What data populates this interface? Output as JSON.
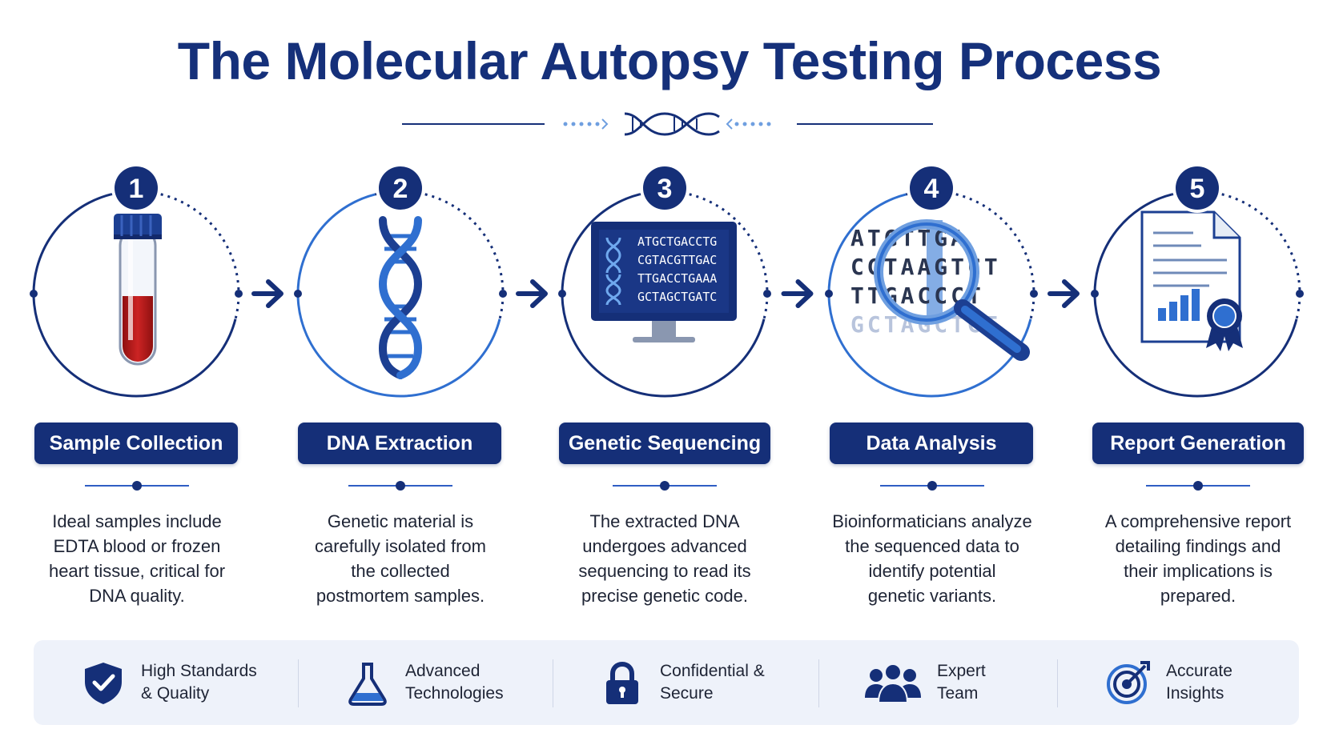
{
  "title": "The Molecular Autopsy Testing Process",
  "colors": {
    "navy": "#152f78",
    "blue": "#2f6fd0",
    "light_blue": "#6f9fe0",
    "blood": "#b81d1d",
    "footer_bg": "#eef2fa"
  },
  "steps": [
    {
      "number": "1",
      "label": "Sample Collection",
      "icon": "test-tube-icon",
      "lines": [
        "Ideal samples include",
        "EDTA blood or frozen",
        "heart tissue, critical for",
        "DNA quality."
      ]
    },
    {
      "number": "2",
      "label": "DNA Extraction",
      "icon": "dna-helix-icon",
      "lines": [
        "Genetic material is",
        "carefully isolated from",
        "the collected",
        "postmortem samples."
      ]
    },
    {
      "number": "3",
      "label": "Genetic Sequencing",
      "icon": "sequencing-monitor-icon",
      "lines": [
        "The extracted DNA",
        "undergoes advanced",
        "sequencing to read its",
        "precise genetic code."
      ],
      "sequence_lines": [
        "ATGCTGACCTG",
        "CGTACGTTGAC",
        "TTGACCTGAAA",
        "GCTAGCTGATC"
      ]
    },
    {
      "number": "4",
      "label": "Data Analysis",
      "icon": "magnifier-letters-icon",
      "lines": [
        "Bioinformaticians analyze",
        "the sequenced data to",
        "identify potential",
        "genetic variants."
      ],
      "letter_rows": [
        "ATGTTGA",
        "CGTAAGTCT",
        "TTGACCCT",
        "GCTAGCTGT"
      ]
    },
    {
      "number": "5",
      "label": "Report Generation",
      "icon": "report-document-icon",
      "lines": [
        "A comprehensive report",
        "detailing findings and",
        "their implications is",
        "prepared."
      ]
    }
  ],
  "features": [
    {
      "icon": "shield-check-icon",
      "line1": "High Standards",
      "line2": "& Quality"
    },
    {
      "icon": "flask-icon",
      "line1": "Advanced",
      "line2": "Technologies"
    },
    {
      "icon": "lock-icon",
      "line1": "Confidential &",
      "line2": "Secure"
    },
    {
      "icon": "team-icon",
      "line1": "Expert",
      "line2": "Team"
    },
    {
      "icon": "target-icon",
      "line1": "Accurate",
      "line2": "Insights"
    }
  ]
}
